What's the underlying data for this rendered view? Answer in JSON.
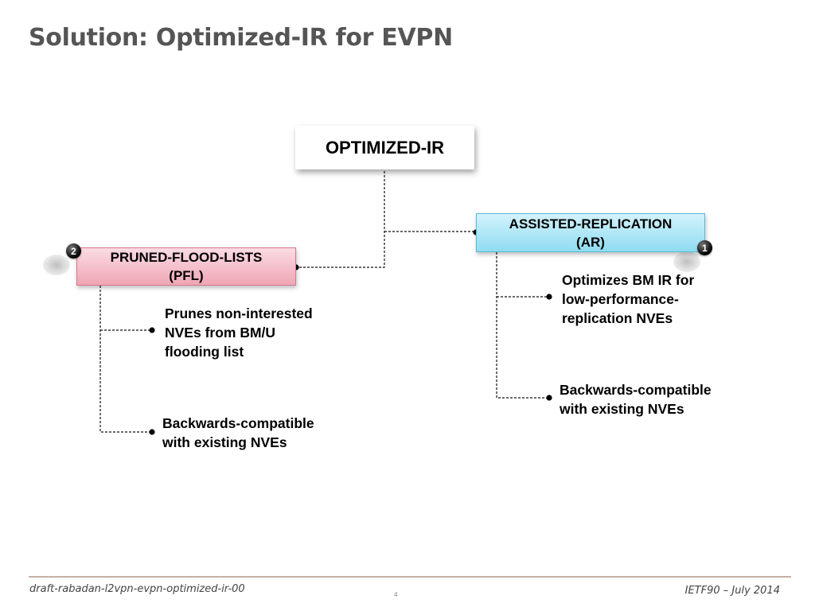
{
  "slide": {
    "title": "Solution: Optimized-IR for EVPN"
  },
  "diagram": {
    "root": {
      "label": "OPTIMIZED-IR"
    },
    "ar": {
      "label": "ASSISTED-REPLICATION\n(AR)",
      "badge": "1",
      "color": "#8fdcf1",
      "items": [
        "Optimizes BM IR for\nlow-performance-\nreplication  NVEs",
        "Backwards-compatible\nwith existing NVEs"
      ]
    },
    "pfl": {
      "label": "PRUNED-FLOOD-LISTS\n(PFL)",
      "badge": "2",
      "color": "#efa6b6",
      "items": [
        "Prunes non-interested\nNVEs from BM/U\nflooding list",
        "Backwards-compatible\nwith existing NVEs"
      ]
    }
  },
  "footer": {
    "left": "draft-rabadan-l2vpn-evpn-optimized-ir-00",
    "right": "IETF90 – July 2014",
    "page": "4"
  }
}
